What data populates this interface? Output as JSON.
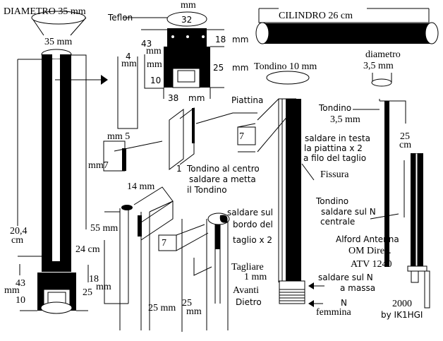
{
  "colors": {
    "ink": "#000000",
    "paper": "#ffffff"
  },
  "labels": {
    "diametro_35": "DIAMETRO 35 mm",
    "mm35": "35 mm",
    "teflon": "Teflon",
    "mm_top": "mm",
    "d32": "32",
    "d18": "18",
    "mm18": "mm",
    "d43": "43",
    "mm43": "mm",
    "mm10a": "mm",
    "d10": "10",
    "d25": "25",
    "mm25": "mm",
    "d38": "38",
    "mm38": "mm",
    "d4": "4",
    "mm4": "mm",
    "mm5": "mm 5",
    "mm7": "mm7",
    "cilindro": "CILINDRO  26 cm",
    "diametro": "diametro",
    "d35mm": "3,5 mm",
    "tondino10": "Tondino 10 mm",
    "piattina": "Piattina",
    "tondino_a": "Tondino",
    "d35mm_b": "3,5   mm",
    "saldare_testa_1": "saldare in testa",
    "saldare_testa_2": "la piattina x 2",
    "saldare_testa_3": "a filo del taglio",
    "cm25_n": "25",
    "cm25_u": "cm",
    "centro_1": "Tondino al centro",
    "centro_2": "saldare a metta",
    "centro_3": "il  Tondino",
    "one": "1",
    "mm14": "14 mm",
    "fissura": "Fissura",
    "tondino_b": "Tondino",
    "n_centrale_1": "saldare sul N",
    "n_centrale_2": "centrale",
    "bordo_1": "saldare sul",
    "bordo_2": "bordo del",
    "bordo_3": "taglio x 2",
    "d204": "20,4",
    "cm204": "cm",
    "mm55": "55 mm",
    "cm24": "24 cm",
    "alford_1": "Alford Antenna",
    "alford_2": "OM Direz.",
    "atv": "ATV 1240",
    "b43": "43",
    "bmm43": "mm",
    "b18": "18",
    "bmm18": "mm",
    "b25": "25",
    "b10": "10",
    "seven_a": "7",
    "seven_b": "7",
    "tagliare_1": "Tagliare",
    "tagliare_2": "1 mm",
    "avanti": "Avanti",
    "dietro": "Dietro",
    "massa_1": "saldare sul N",
    "massa_2": "a massa",
    "n": "N",
    "femmina": "femmina",
    "mm25_a": "25 mm",
    "mm25_b_n": "25",
    "mm25_b_u": "mm",
    "year": "2000",
    "author": "by IK1HGI"
  }
}
